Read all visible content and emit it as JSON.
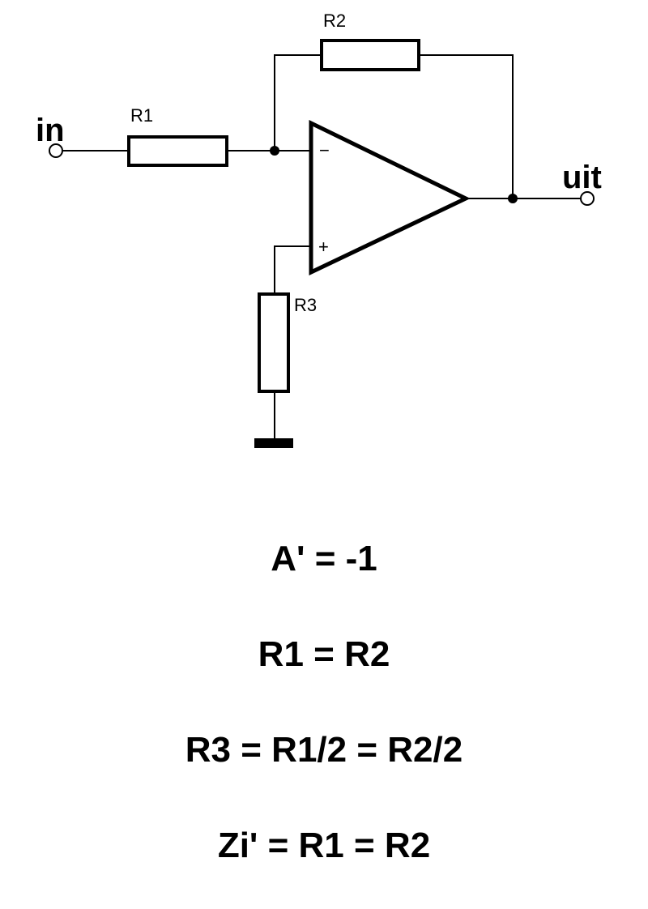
{
  "circuit": {
    "input_label": "in",
    "output_label": "uit",
    "resistors": {
      "r1": "R1",
      "r2": "R2",
      "r3": "R3"
    },
    "opamp": {
      "inverting_sign": "−",
      "noninverting_sign": "+"
    }
  },
  "equations": {
    "gain": "A' = -1",
    "r1_r2": "R1 = R2",
    "r3": "R3 = R1/2 = R2/2",
    "input_impedance": "Zi' = R1 = R2"
  }
}
